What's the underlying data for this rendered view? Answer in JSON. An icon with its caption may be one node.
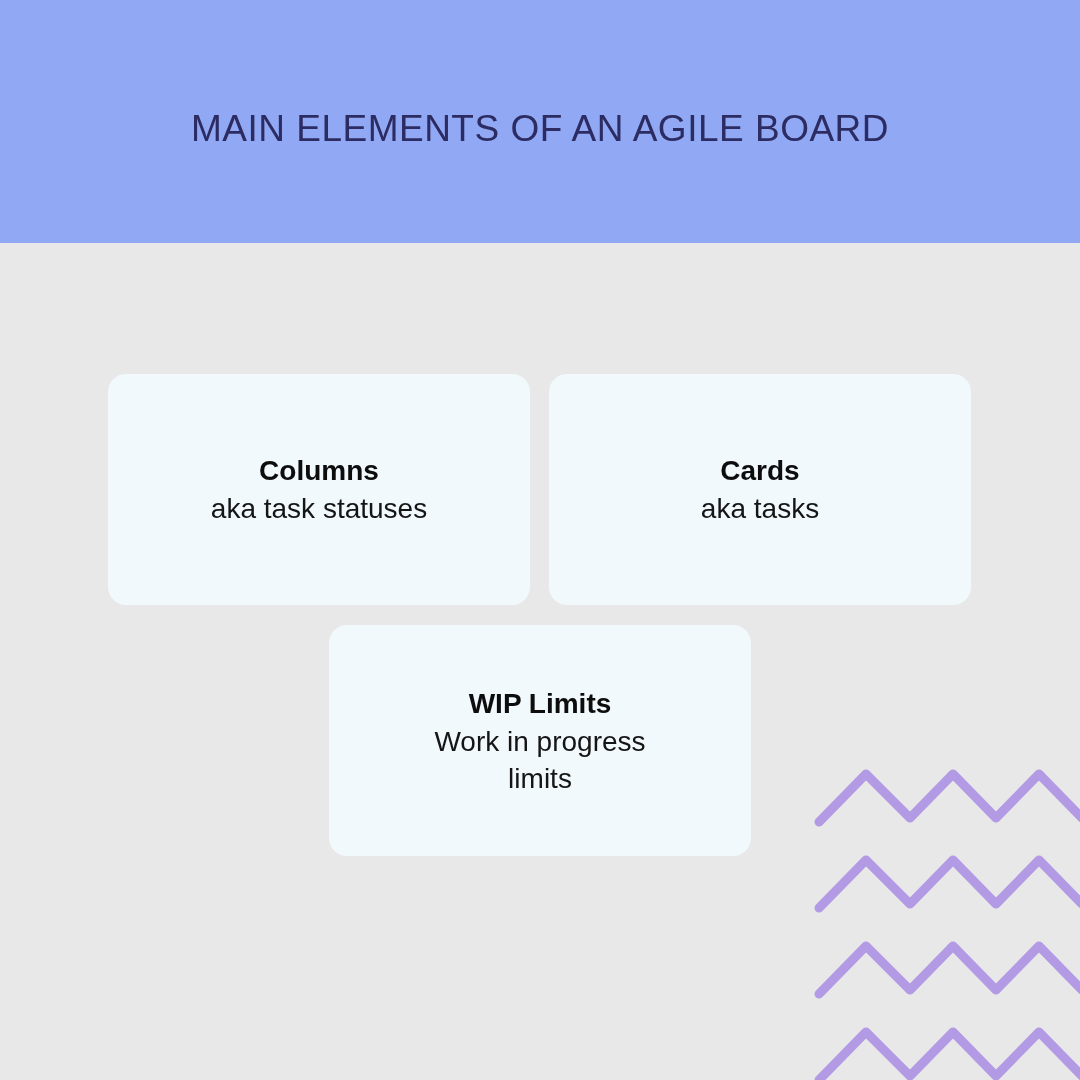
{
  "diagram": {
    "title": "MAIN ELEMENTS OF AN AGILE BOARD",
    "nodes": [
      {
        "text": [
          "Columns",
          "aka task statuses"
        ]
      },
      {
        "text": [
          "Cards",
          "aka tasks"
        ]
      },
      {
        "text": [
          "WIP Limits",
          "Work in progress limits"
        ]
      }
    ],
    "edges": []
  }
}
